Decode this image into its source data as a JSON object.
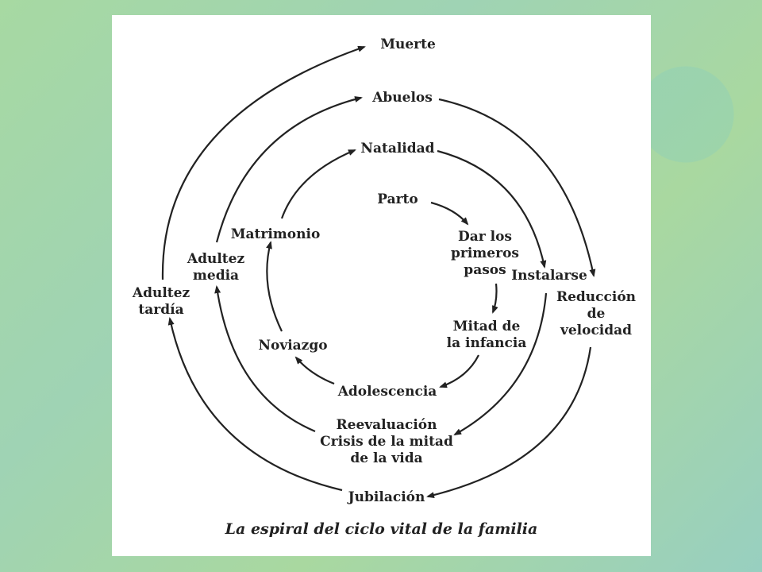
{
  "nodes": {
    "muerte": "Muerte",
    "abuelos": "Abuelos",
    "natalidad": "Natalidad",
    "parto": "Parto",
    "primeros_pasos": [
      "Dar los",
      "primeros",
      "pasos"
    ],
    "instalarse": "Instalarse",
    "reduccion": [
      "Reducción",
      "de",
      "velocidad"
    ],
    "mitad_infancia": [
      "Mitad de",
      "la infancia"
    ],
    "matrimonio": "Matrimonio",
    "adultez_media": [
      "Adultez",
      "media"
    ],
    "adultez_tardia": [
      "Adultez",
      "tardía"
    ],
    "noviazgo": "Noviazgo",
    "adolescencia": "Adolescencia",
    "reevaluacion": [
      "Reevaluación",
      "Crisis de la mitad",
      "de la vida"
    ],
    "jubilacion": "Jubilación"
  },
  "caption": "La espiral del ciclo vital de la familia"
}
